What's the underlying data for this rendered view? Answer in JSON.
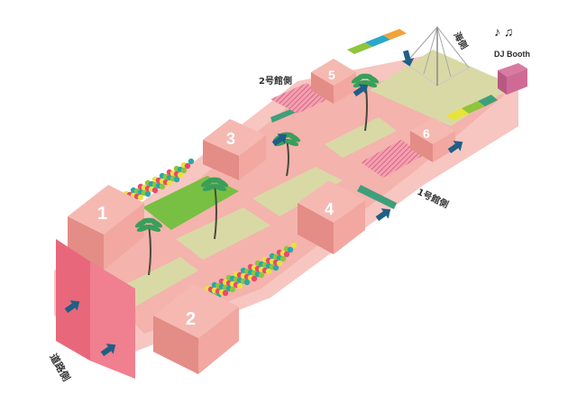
{
  "map": {
    "buildings": [
      {
        "id": "1",
        "label": "1"
      },
      {
        "id": "2",
        "label": "2"
      },
      {
        "id": "3",
        "label": "3"
      },
      {
        "id": "4",
        "label": "4"
      },
      {
        "id": "5",
        "label": "5"
      },
      {
        "id": "6",
        "label": "6"
      }
    ],
    "sides": {
      "road": "道路側",
      "warehouse2": "2号館側",
      "warehouse1": "1号館側",
      "sea": "海側"
    },
    "dj_booth": "DJ Booth",
    "icons": [
      "music-note-icon",
      "entrance-arrow-icon",
      "palm-tree-icon",
      "tent-icon"
    ],
    "colors": {
      "building": "#f2a7a0",
      "building_dark": "#e48c86",
      "pavement": "#f7c3be",
      "lawn": "#d9d9a6",
      "green": "#77c043",
      "hedge": "#3f9f7a",
      "arrow": "#1f5f86",
      "balloons": [
        "#e8e33b",
        "#2aa8a8",
        "#e9486e",
        "#8fc43c"
      ]
    }
  }
}
